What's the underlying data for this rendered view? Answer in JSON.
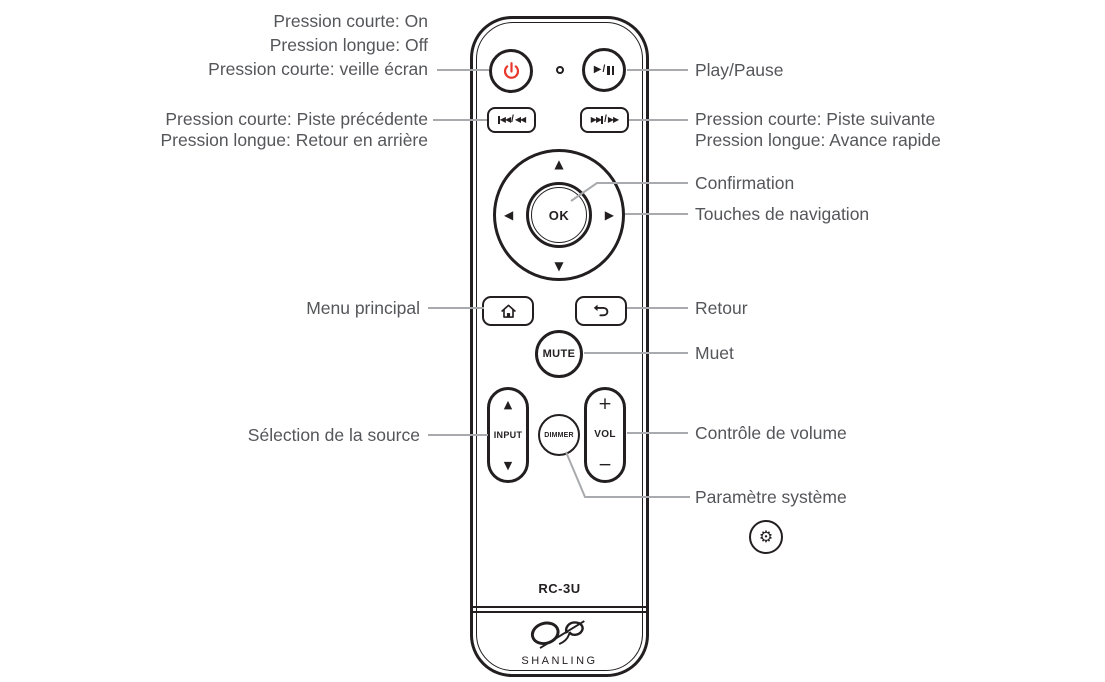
{
  "colors": {
    "outline": "#231f20",
    "label_text": "#55565a",
    "connector_line": "#a8aaad",
    "power_red": "#e8372c",
    "background": "#ffffff"
  },
  "remote": {
    "model_label": "RC-3U",
    "brand_label": "SHANLING",
    "buttons": {
      "play_glyph": "▶",
      "glyph_slash": "/",
      "prev_triangles": "◀◀",
      "next_triangles": "▶▶",
      "nav_up_glyph": "▲",
      "nav_down_glyph": "▼",
      "nav_left_glyph": "◀",
      "nav_right_glyph": "▶",
      "ok_label": "OK",
      "mute_label": "MUTE",
      "input_label": "INPUT",
      "input_up_glyph": "▲",
      "input_down_glyph": "▼",
      "dimmer_label": "DIMMER",
      "vol_label": "VOL",
      "vol_plus_glyph": "+",
      "vol_minus_glyph": "−",
      "settings_gear_glyph": "⚙"
    }
  },
  "annotations": {
    "power": {
      "line1": "Pression courte: On",
      "line2": "Pression longue: Off",
      "line3": "Pression courte: veille écran"
    },
    "previous_track": {
      "line1": "Pression courte: Piste précédente",
      "line2": "Pression longue: Retour en arrière"
    },
    "main_menu": {
      "label": "Menu principal"
    },
    "source_select": {
      "label": "Sélection de la source"
    },
    "play_pause": {
      "label": "Play/Pause"
    },
    "next_track": {
      "line1": "Pression courte: Piste suivante",
      "line2": "Pression longue: Avance rapide"
    },
    "confirmation": {
      "label": "Confirmation"
    },
    "navigation": {
      "label": "Touches de navigation"
    },
    "back": {
      "label": "Retour"
    },
    "mute": {
      "label": "Muet"
    },
    "volume": {
      "label": "Contrôle de volume"
    },
    "system_settings": {
      "label": "Paramètre système"
    }
  }
}
